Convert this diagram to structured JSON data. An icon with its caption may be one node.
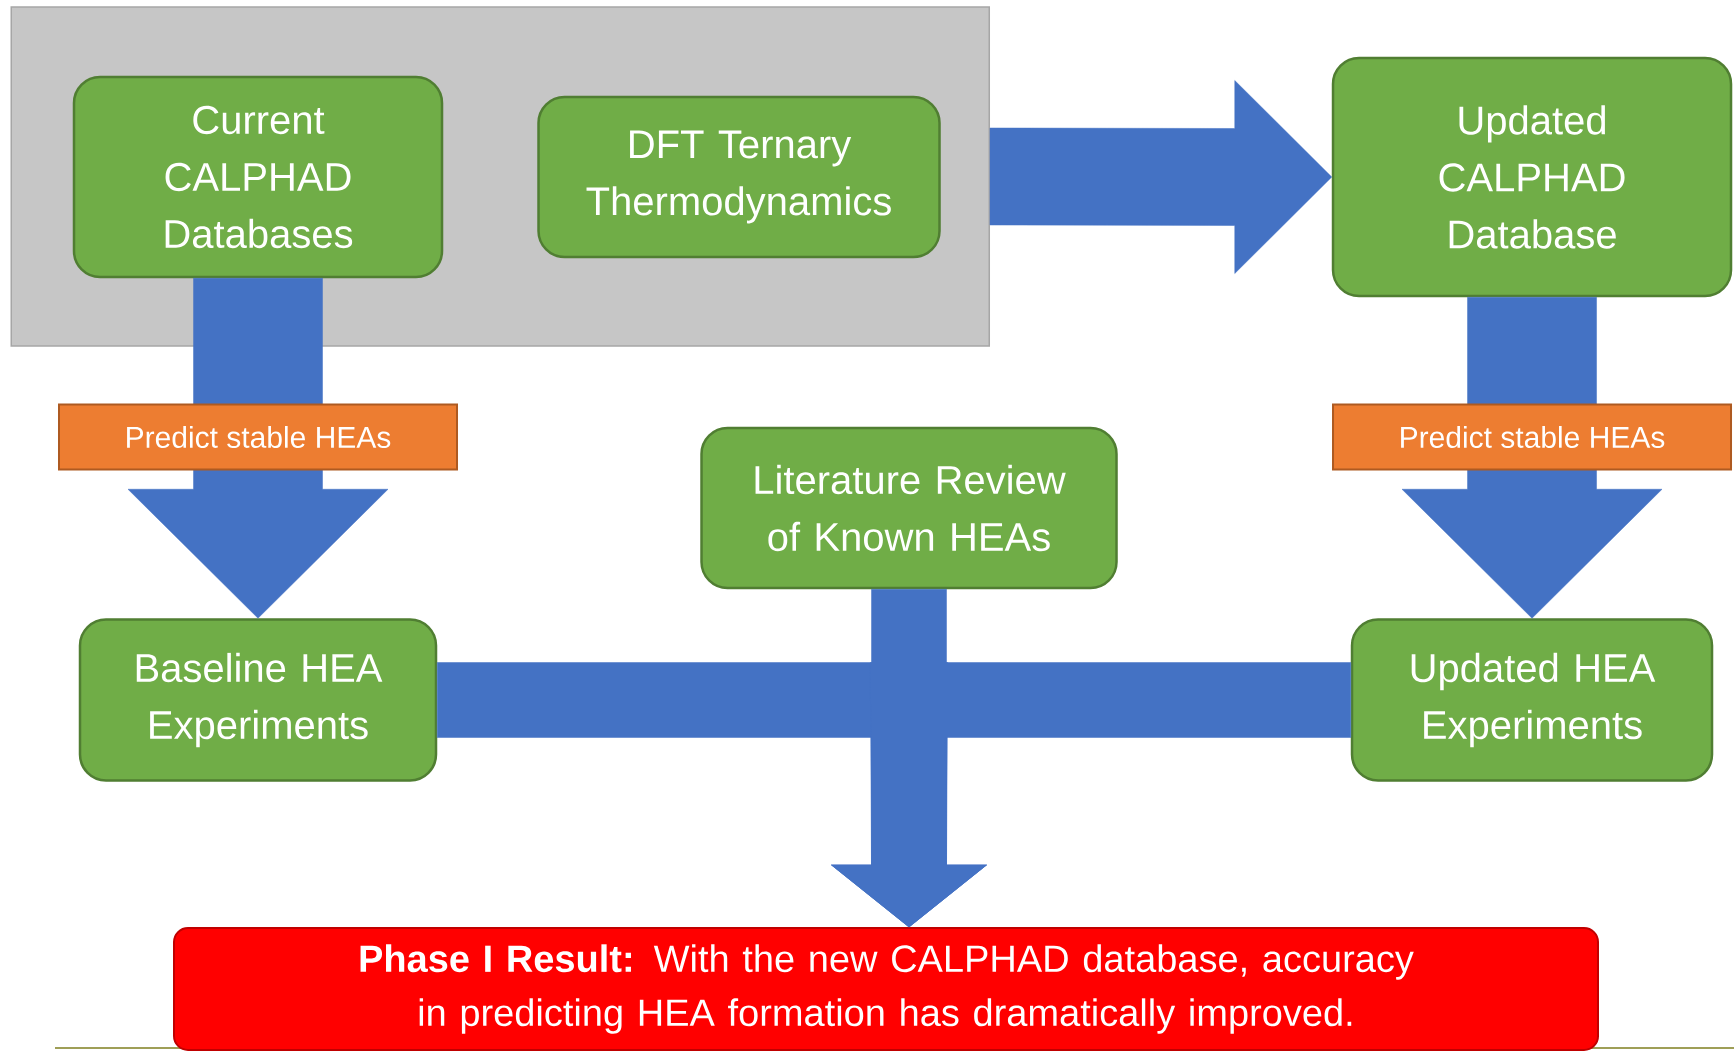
{
  "diagram": {
    "nodes": [
      {
        "text": [],
        "shape": "box"
      },
      {
        "text": [
          "Current CALPHAD Databases"
        ],
        "in": 0
      },
      {
        "text": [
          "DFT Ternary Thermodynamics"
        ],
        "in": 0
      },
      {
        "text": [
          "Updated CALPHAD Database"
        ]
      },
      {
        "text": [
          "Literature Review of Known HEAs"
        ]
      },
      {
        "text": [
          "Baseline HEA Experiments"
        ]
      },
      {
        "text": [
          "Updated HEA Experiments"
        ]
      },
      {
        "text": [
          "**Phase I Result:** With the new CALPHAD database, accuracy in predicting HEA formation has dramatically improved."
        ]
      }
    ],
    "edges": [
      {
        "from": 0,
        "to": 3,
        "arrow": "to"
      },
      {
        "from": 1,
        "to": 5,
        "arrow": "to",
        "label": "Predict stable HEAs"
      },
      {
        "from": 3,
        "to": 6,
        "arrow": "to",
        "label": "Predict stable HEAs"
      },
      {
        "from": 5,
        "to": 7,
        "arrow": "to"
      },
      {
        "from": 4,
        "to": 7,
        "arrow": "to"
      },
      {
        "from": 6,
        "to": 7,
        "arrow": "to"
      }
    ]
  }
}
